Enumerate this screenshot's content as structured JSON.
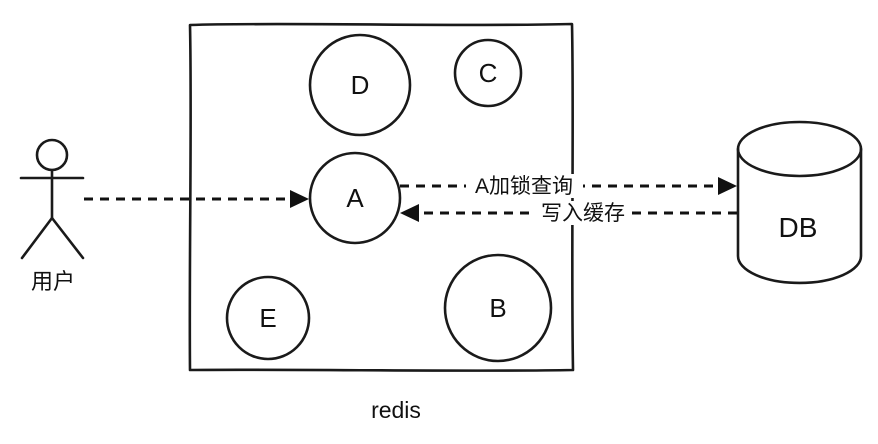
{
  "user": {
    "label": "用户"
  },
  "redis_box": {
    "label": "redis",
    "nodes": {
      "a": "A",
      "b": "B",
      "c": "C",
      "d": "D",
      "e": "E"
    }
  },
  "database": {
    "label": "DB"
  },
  "arrows": {
    "lock_query_label": "A加锁查询",
    "write_cache_label": "写入缓存"
  },
  "colors": {
    "stroke": "#111111",
    "background": "#ffffff"
  }
}
